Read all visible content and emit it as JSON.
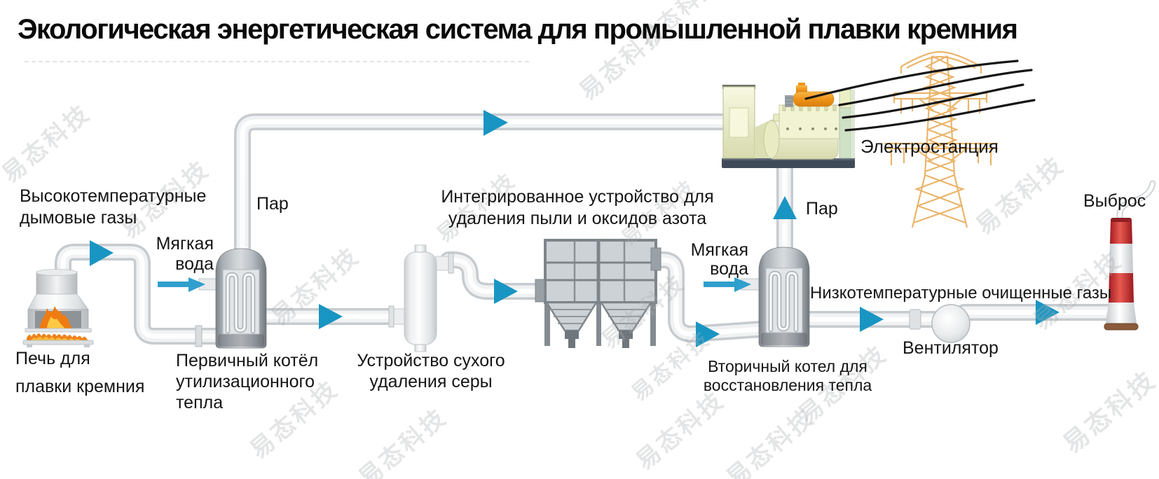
{
  "title": "Экологическая энергетическая система для промышленной плавки кремния",
  "watermark": "易态科技",
  "colors": {
    "arrow_blue": "#1995c3",
    "soft_water_blue": "#2f9fcd",
    "chimney_red": "#b9262a",
    "vessel_gray": "#9aa1a7",
    "pipe_edge": "#c6cbcf",
    "plant_cream": "#eff0cd",
    "plant_orange": "#ef9418",
    "plant_base_navy": "#3f4a58",
    "tower_orange": "#e9b264",
    "flame_orange": "#ef7c12"
  },
  "labels": {
    "flue_gas": "Высокотемпературные\nдымовые газы",
    "steam_1": "Пар",
    "soft_water_1": "Мягкая\nвода",
    "furnace": "Печь для\nплавки кремния",
    "primary_boiler": "Первичный котёл\nутилизационного\nтепла",
    "desulfurizer": "Устройство сухого\nудаления серы",
    "dust_removal": "Интегрированное устройство для\nудаления пыли и оксидов азота",
    "soft_water_2": "Мягкая\nвода",
    "steam_2": "Пар",
    "power_plant": "Электростанция",
    "secondary_boiler": "Вторичный котел для\nвосстановления тепла",
    "clean_gas": "Низкотемпературные очищенные газы",
    "fan": "Вентилятор",
    "emission": "Выброс"
  }
}
